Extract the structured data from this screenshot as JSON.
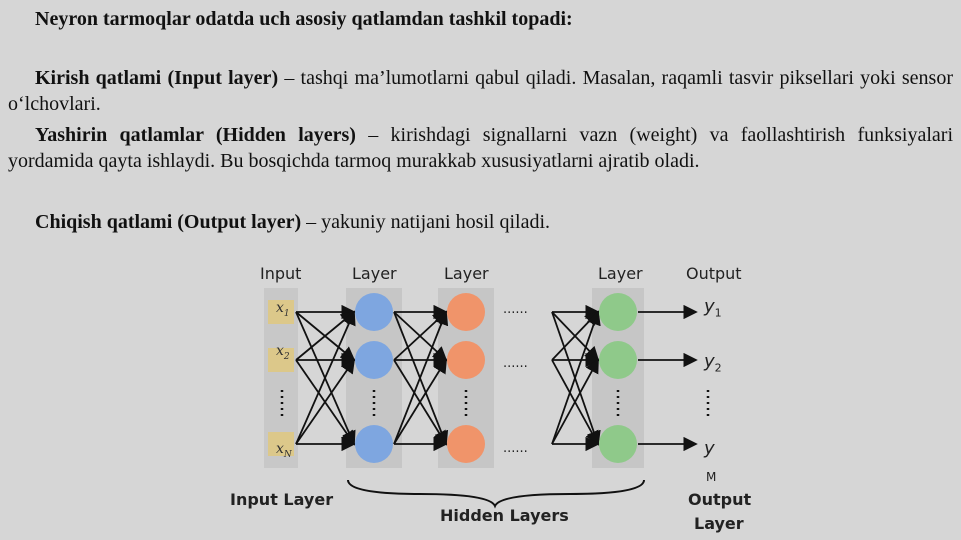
{
  "heading": "Neyron tarmoqlar odatda uch asosiy qatlamdan tashkil topadi:",
  "paragraphs": [
    {
      "term": "Kirish qatlami (Input layer)",
      "text": " – tashqi ma’lumotlarni qabul qiladi. Masalan, raqamli tasvir piksellari yoki sensor o‘lchovlari."
    },
    {
      "term": "Yashirin qatlamlar (Hidden layers)",
      "text": " – kirishdagi signallarni vazn (weight) va faollashtirish funksiyalari yordamida qayta ishlaydi. Bu bosqichda tarmoq murakkab xususiyatlarni ajratib oladi."
    },
    {
      "term": "Chiqish qatlami (Output layer)",
      "text": " – yakuniy natijani hosil qiladi."
    }
  ],
  "figure": {
    "col_headers": {
      "input": "Input",
      "layer1": "Layer",
      "layer2": "Layer",
      "layer3": "Layer",
      "output": "Output"
    },
    "inputs": [
      "x",
      "x",
      "x"
    ],
    "input_subs": [
      "1",
      "2",
      "N"
    ],
    "outputs": [
      "y",
      "y",
      "y"
    ],
    "output_subs": [
      "1",
      "2",
      "M"
    ],
    "ellipsis": "......",
    "bottom_labels": {
      "input_layer": "Input Layer",
      "hidden_layers": "Hidden Layers",
      "output_layer_1": "Output",
      "output_layer_2": "Layer"
    },
    "colors": {
      "input_col": "#c8c8c8",
      "input_box": "#dcc88a",
      "blue": "#7ea6e0",
      "orange": "#f0946a",
      "green": "#8fc98a",
      "col_bg": "#c6c6c6"
    }
  }
}
